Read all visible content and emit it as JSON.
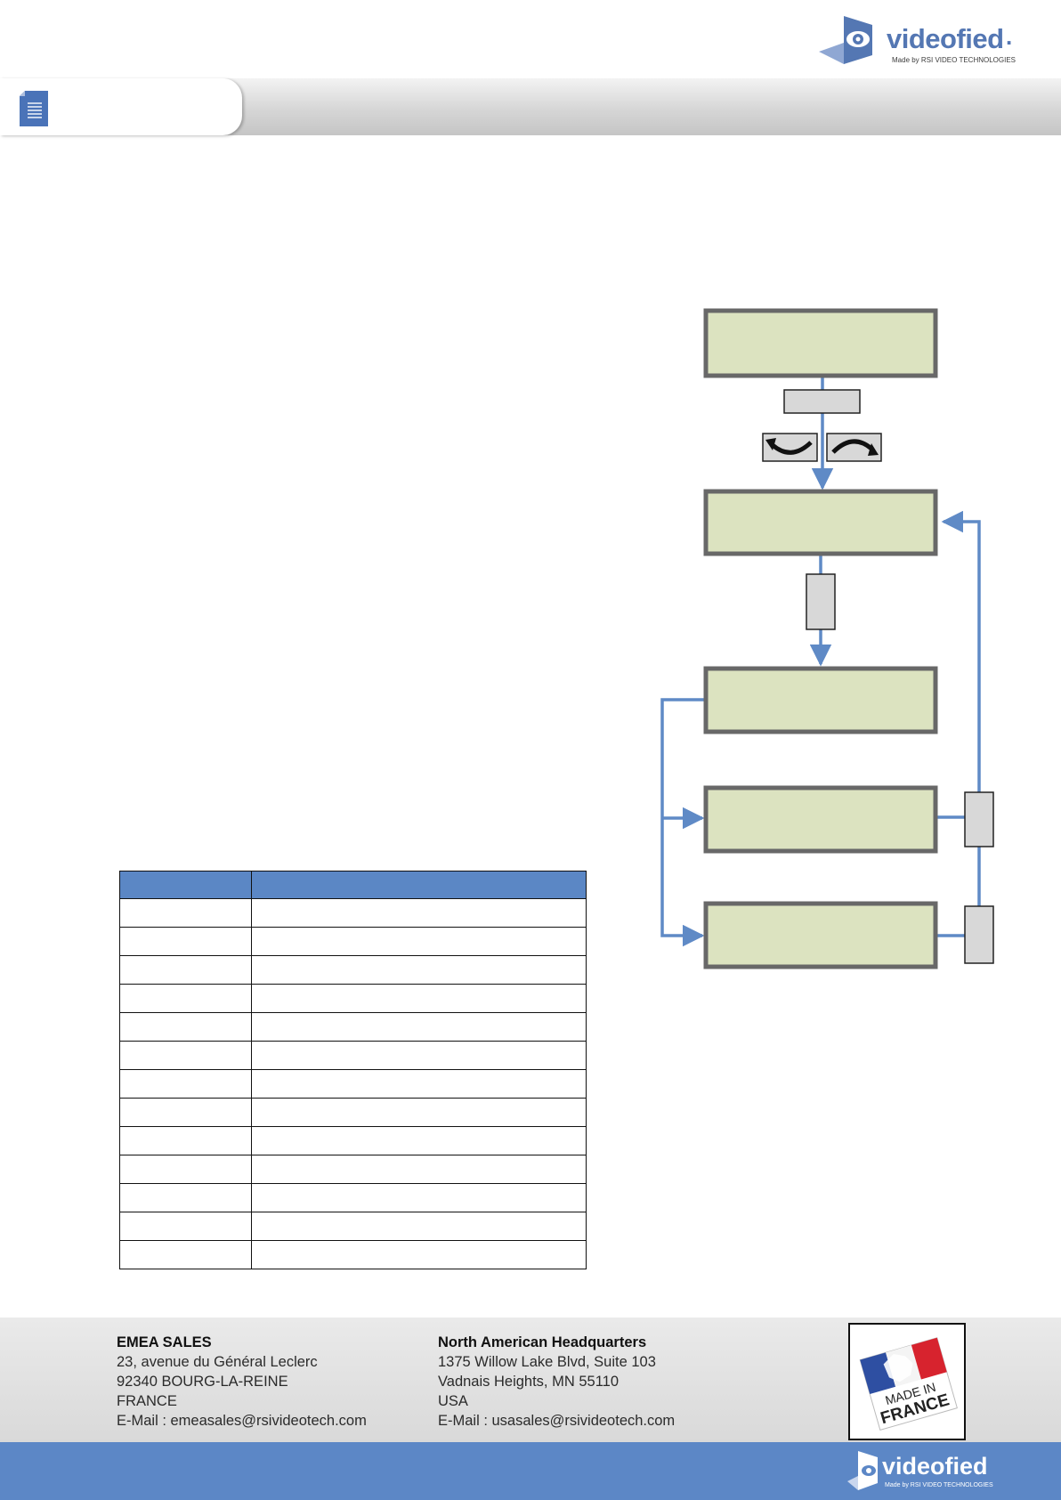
{
  "brand": {
    "name": "videofied",
    "tagline": "Made by RSI VIDEO TECHNOLOGIES",
    "color": "#5477b3"
  },
  "header": {
    "tab_title": ""
  },
  "table": {
    "columns": [
      "",
      ""
    ],
    "rows": [
      [
        "",
        ""
      ],
      [
        "",
        ""
      ],
      [
        "",
        ""
      ],
      [
        "",
        ""
      ],
      [
        "",
        ""
      ],
      [
        "",
        ""
      ],
      [
        "",
        ""
      ],
      [
        "",
        ""
      ],
      [
        "",
        ""
      ],
      [
        "",
        ""
      ],
      [
        "",
        ""
      ],
      [
        "",
        ""
      ],
      [
        "",
        ""
      ]
    ],
    "header_color": "#5b87c5"
  },
  "flowchart": {
    "screen_color": "#dce3c0",
    "connector_color": "#5f8ac6",
    "screens": [
      "",
      "",
      "",
      "",
      ""
    ],
    "keys": [
      "",
      "",
      "",
      ""
    ]
  },
  "footer": {
    "emea": {
      "title": "EMEA SALES",
      "lines": [
        "23, avenue du Général Leclerc",
        "92340 BOURG-LA-REINE",
        "FRANCE",
        "E-Mail : emeasales@rsivideotech.com"
      ]
    },
    "na": {
      "title": "North American Headquarters",
      "lines": [
        "1375 Willow Lake Blvd, Suite 103",
        "Vadnais Heights, MN 55110",
        "USA",
        "E-Mail : usasales@rsivideotech.com"
      ]
    },
    "made_in": {
      "line1": "MADE IN",
      "line2": "FRANCE"
    }
  }
}
